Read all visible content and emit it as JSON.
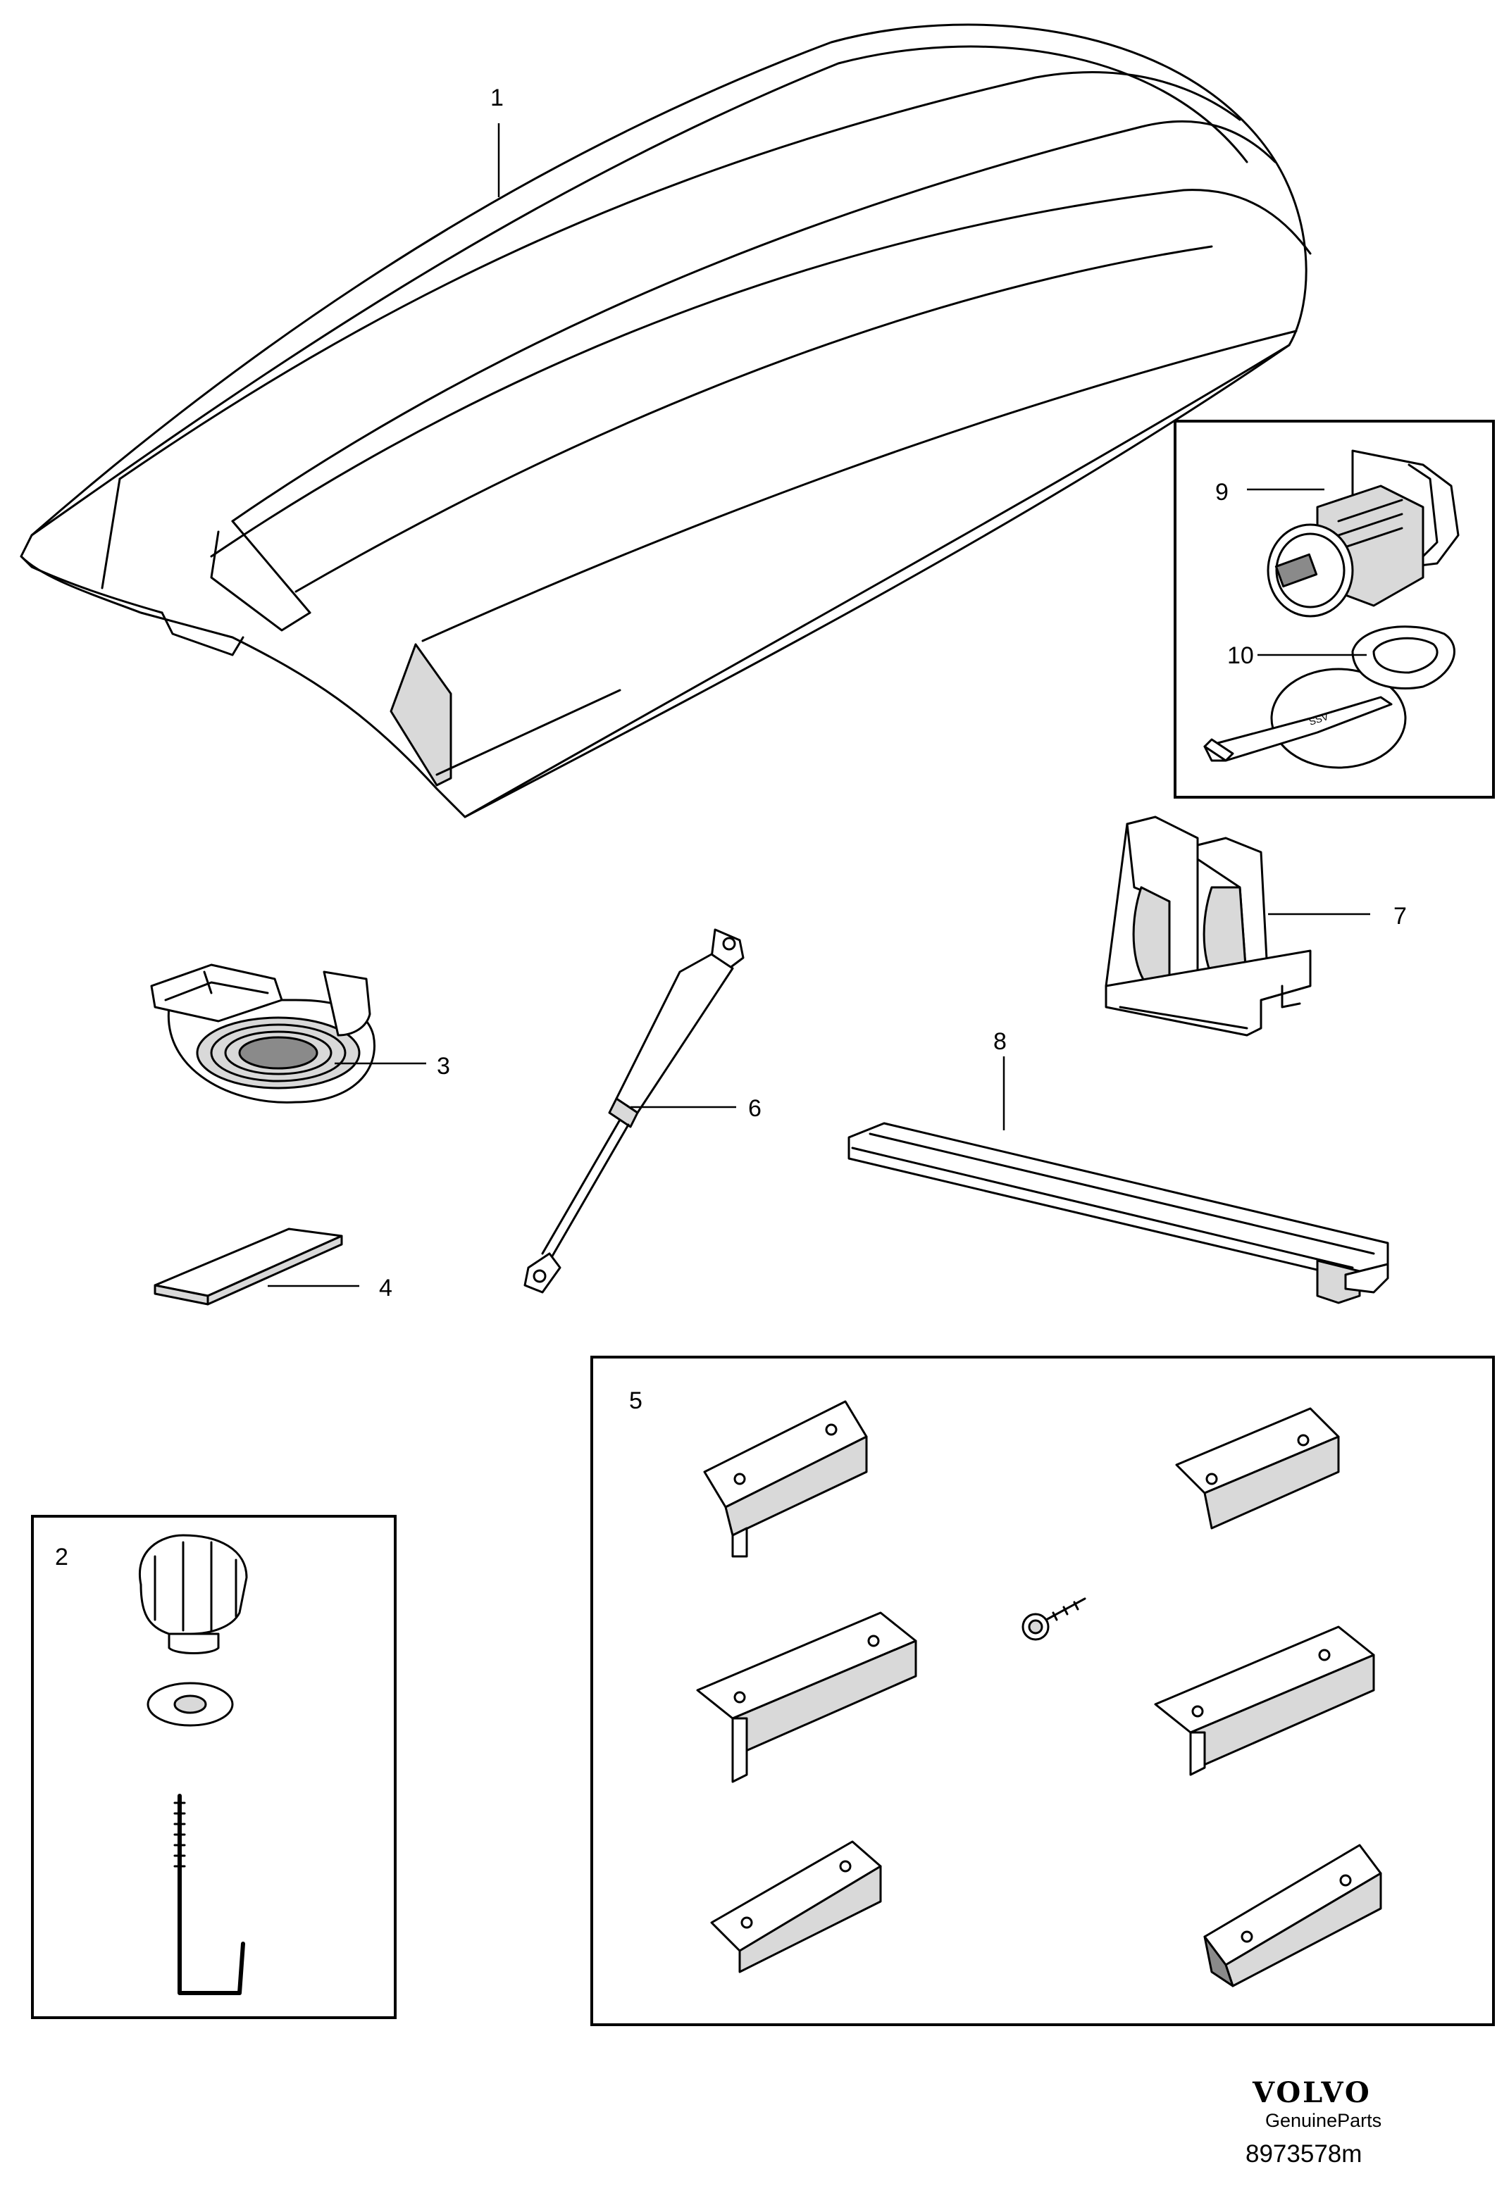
{
  "callouts": {
    "p1": "1",
    "p2": "2",
    "p3": "3",
    "p4": "4",
    "p5": "5",
    "p6": "6",
    "p7": "7",
    "p8": "8",
    "p9": "9",
    "p10": "10"
  },
  "brand": {
    "logo": "VOLVO",
    "subtitle": "GenuineParts"
  },
  "document_number": "8973578m",
  "key_marking": "SSV"
}
